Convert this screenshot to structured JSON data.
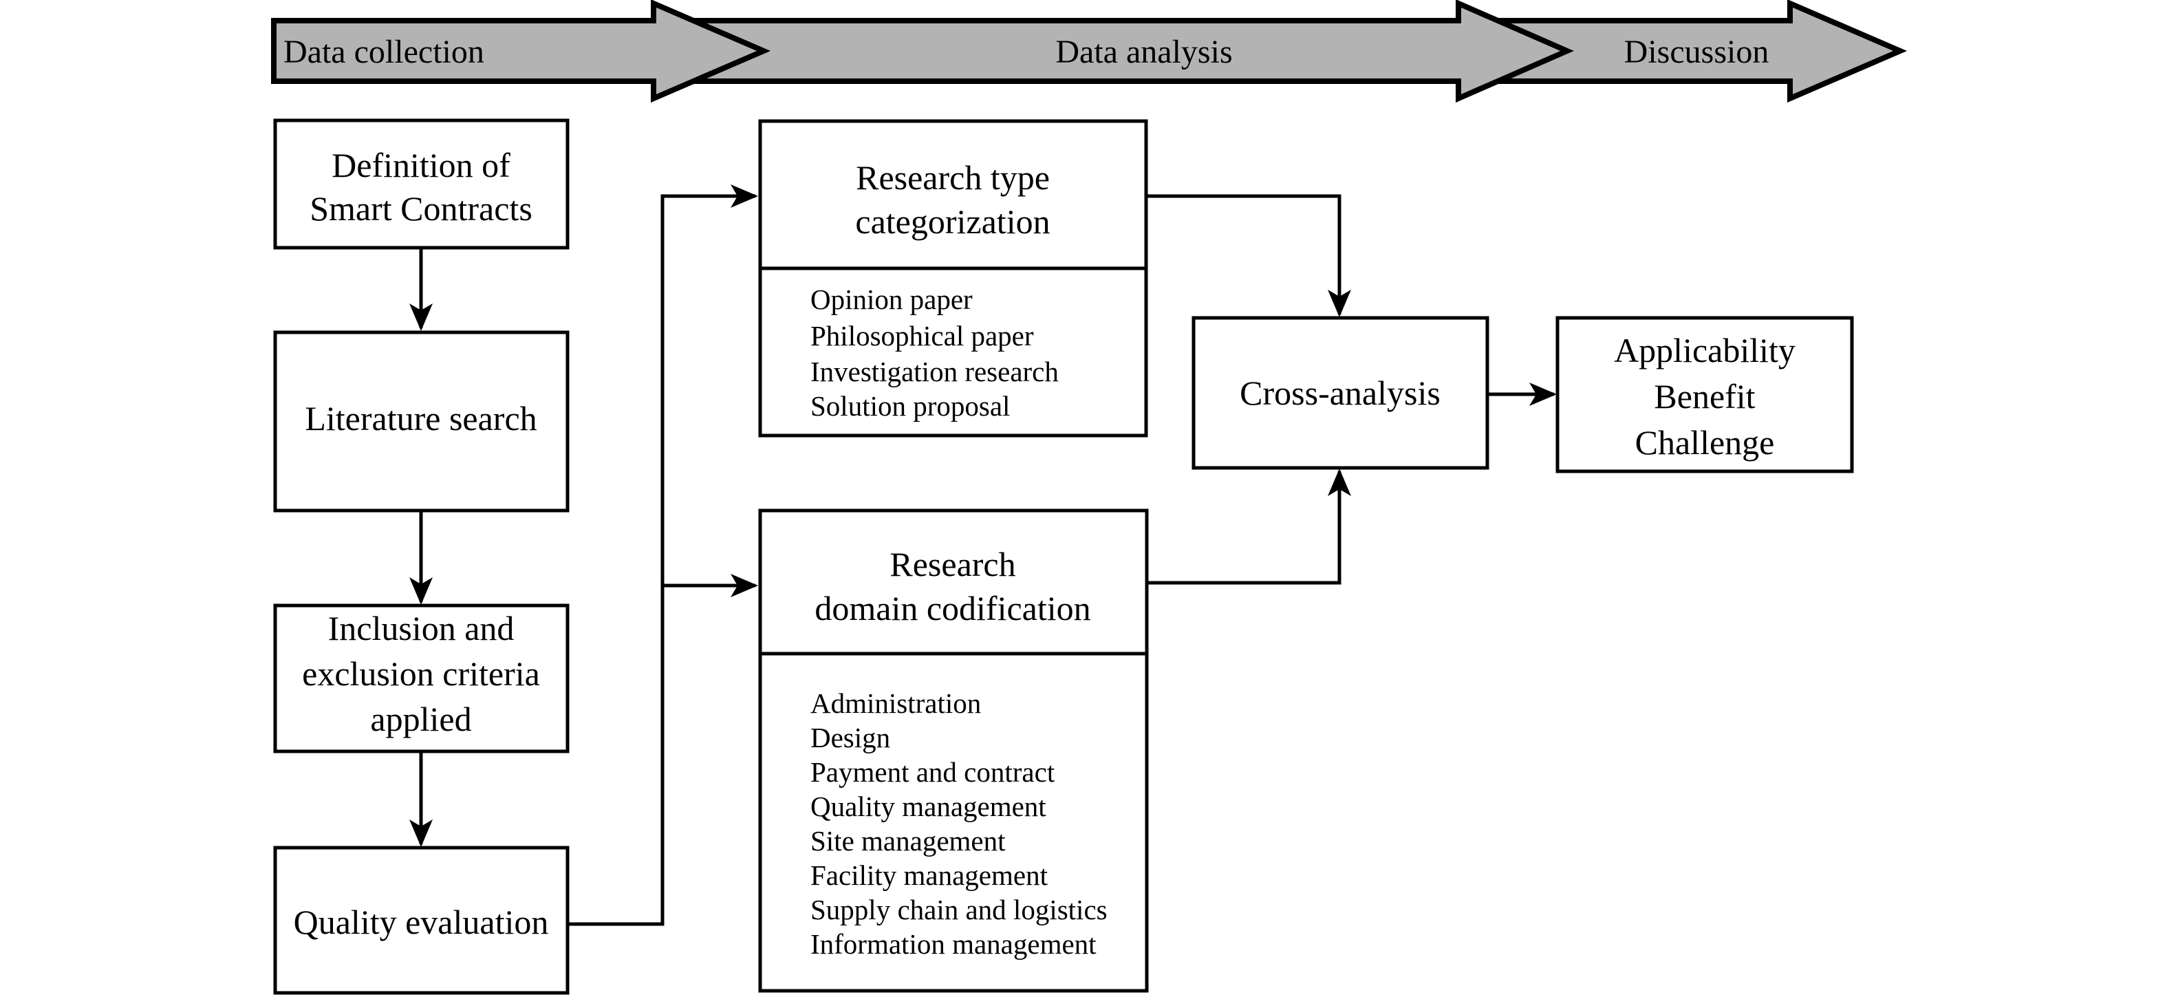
{
  "banner": {
    "fill": "#b3b3b3",
    "phases": [
      {
        "label": "Data collection"
      },
      {
        "label": "Data analysis"
      },
      {
        "label": "Discussion"
      }
    ]
  },
  "data_collection": {
    "steps": [
      {
        "lines": [
          "Definition of",
          "Smart Contracts"
        ]
      },
      {
        "lines": [
          "Literature search"
        ]
      },
      {
        "lines": [
          "Inclusion and",
          "exclusion criteria",
          "applied"
        ]
      },
      {
        "lines": [
          "Quality evaluation"
        ]
      }
    ]
  },
  "data_analysis": {
    "research_type": {
      "title_lines": [
        "Research type",
        "categorization"
      ],
      "items": [
        "Opinion paper",
        "Philosophical paper",
        "Investigation research",
        "Solution proposal"
      ]
    },
    "research_domain": {
      "title_lines": [
        "Research",
        "domain codification"
      ],
      "items": [
        "Administration",
        "Design",
        "Payment and contract",
        "Quality management",
        "Site management",
        "Facility management",
        "Supply chain and logistics",
        "Information management"
      ]
    },
    "cross_analysis": {
      "label": "Cross-analysis"
    }
  },
  "discussion": {
    "outcome_lines": [
      "Applicability",
      "Benefit",
      "Challenge"
    ]
  }
}
